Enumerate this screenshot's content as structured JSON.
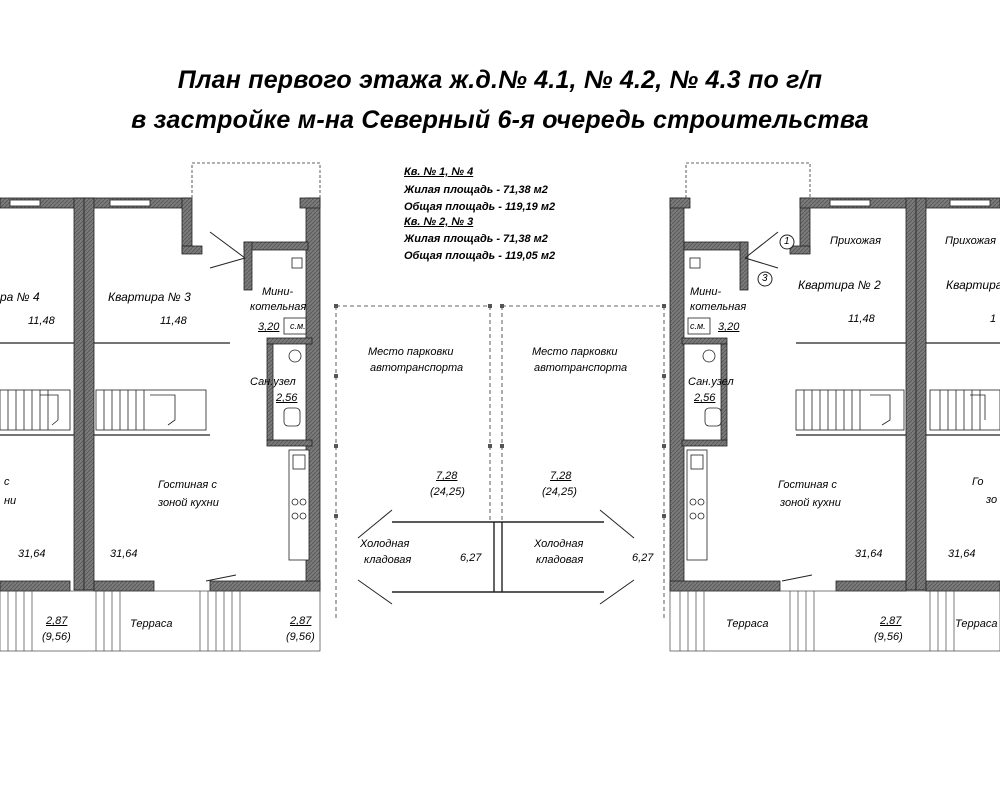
{
  "title": {
    "line1": "План первого этажа ж.д.№ 4.1,  № 4.2,  № 4.3 по г/п",
    "line2": "в застройке м-на Северный 6-я очередь строительства"
  },
  "info": {
    "group1_header": "Кв. № 1, № 4",
    "group1_living": "Жилая площадь - 71,38 м2",
    "group1_total": "Общая площадь - 119,19 м2",
    "group2_header": "Кв. № 2, № 3",
    "group2_living": "Жилая площадь - 71,38 м2",
    "group2_total": "Общая площадь - 119,05 м2"
  },
  "rooms": {
    "apt4": "ра № 4",
    "apt4_area": "11,48",
    "apt3": "Квартира № 3",
    "apt3_area": "11,48",
    "apt2": "Квартира № 2",
    "apt2_area": "11,48",
    "apt1_partial": "Квартира",
    "apt1_area_partial": "1",
    "boiler_line1": "Мини-",
    "boiler_line2": "котельная",
    "boiler_area": "3,20",
    "boiler_sm": "с.м.",
    "bath": "Сан.узел",
    "bath_area": "2,56",
    "living_kitchen_line1": "Гостиная с",
    "living_kitchen_line2": "зоной кухни",
    "living_partial_left1": "с",
    "living_partial_left2": "ни",
    "living_partial_right1": "Го",
    "living_partial_right2": "зо",
    "living_area": "31,64",
    "parking_line1": "Место парковки",
    "parking_line2": "автотранспорта",
    "parking_area": "7,28",
    "parking_area_total": "(24,25)",
    "storage_line1": "Холодная",
    "storage_line2": "кладовая",
    "storage_area": "6,27",
    "hall": "Прихожая",
    "terrace": "Терраса",
    "terrace_area": "2,87",
    "terrace_area_total": "(9,56)",
    "marker1": "1",
    "marker3": "3"
  }
}
